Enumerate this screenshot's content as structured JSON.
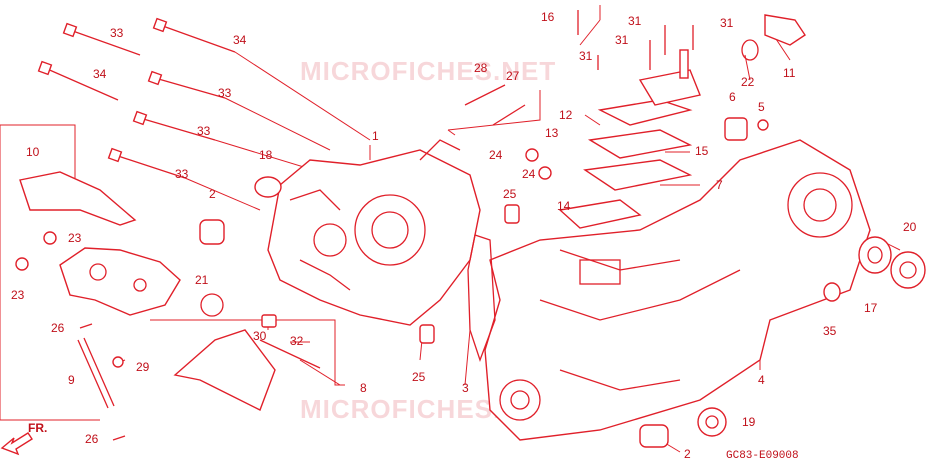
{
  "watermark": "MICROFICHES.NET",
  "drawing_code": "GC83-E09008",
  "front_label": "FR.",
  "callouts": [
    {
      "id": "c1",
      "text": "1"
    },
    {
      "id": "c2a",
      "text": "2"
    },
    {
      "id": "c2b",
      "text": "2"
    },
    {
      "id": "c3",
      "text": "3"
    },
    {
      "id": "c4",
      "text": "4"
    },
    {
      "id": "c5",
      "text": "5"
    },
    {
      "id": "c6",
      "text": "6"
    },
    {
      "id": "c7",
      "text": "7"
    },
    {
      "id": "c8",
      "text": "8"
    },
    {
      "id": "c9",
      "text": "9"
    },
    {
      "id": "c10",
      "text": "10"
    },
    {
      "id": "c11",
      "text": "11"
    },
    {
      "id": "c12",
      "text": "12"
    },
    {
      "id": "c13",
      "text": "13"
    },
    {
      "id": "c14",
      "text": "14"
    },
    {
      "id": "c15",
      "text": "15"
    },
    {
      "id": "c16",
      "text": "16"
    },
    {
      "id": "c17",
      "text": "17"
    },
    {
      "id": "c18",
      "text": "18"
    },
    {
      "id": "c19",
      "text": "19"
    },
    {
      "id": "c20",
      "text": "20"
    },
    {
      "id": "c21",
      "text": "21"
    },
    {
      "id": "c22",
      "text": "22"
    },
    {
      "id": "c23a",
      "text": "23"
    },
    {
      "id": "c23b",
      "text": "23"
    },
    {
      "id": "c24a",
      "text": "24"
    },
    {
      "id": "c24b",
      "text": "24"
    },
    {
      "id": "c25a",
      "text": "25"
    },
    {
      "id": "c25b",
      "text": "25"
    },
    {
      "id": "c26a",
      "text": "26"
    },
    {
      "id": "c26b",
      "text": "26"
    },
    {
      "id": "c27",
      "text": "27"
    },
    {
      "id": "c28",
      "text": "28"
    },
    {
      "id": "c29",
      "text": "29"
    },
    {
      "id": "c30",
      "text": "30"
    },
    {
      "id": "c31a",
      "text": "31"
    },
    {
      "id": "c31b",
      "text": "31"
    },
    {
      "id": "c31c",
      "text": "31"
    },
    {
      "id": "c31d",
      "text": "31"
    },
    {
      "id": "c32",
      "text": "32"
    },
    {
      "id": "c33a",
      "text": "33"
    },
    {
      "id": "c33b",
      "text": "33"
    },
    {
      "id": "c33c",
      "text": "33"
    },
    {
      "id": "c33d",
      "text": "33"
    },
    {
      "id": "c34a",
      "text": "34"
    },
    {
      "id": "c34b",
      "text": "34"
    },
    {
      "id": "c35",
      "text": "35"
    }
  ],
  "colors": {
    "line": "#e0202a",
    "text": "#c0101a",
    "watermark": "#f2b8bc",
    "background": "#ffffff"
  }
}
